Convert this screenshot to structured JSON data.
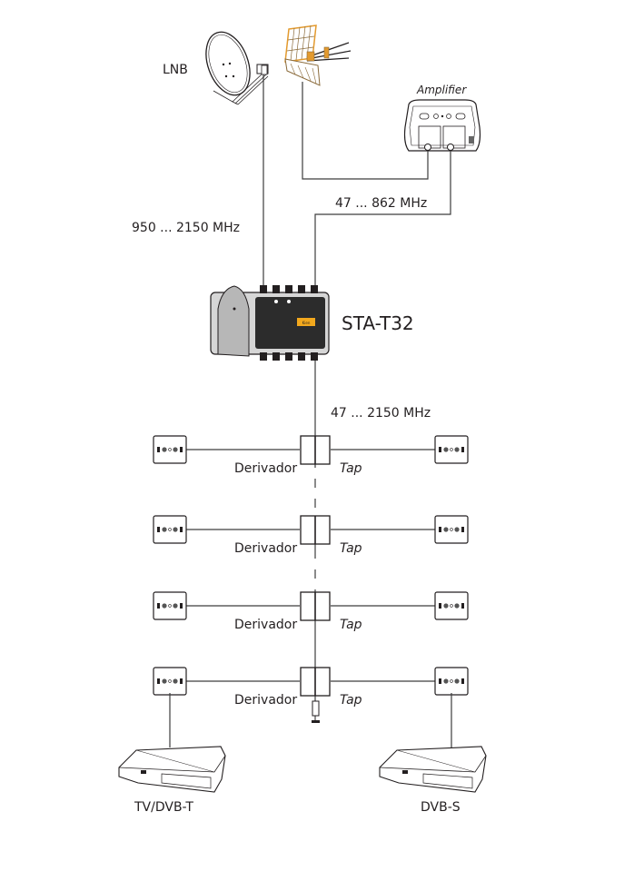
{
  "title": "STA-T32 distribution installation diagram",
  "labels": {
    "lnb": "LNB",
    "amplifier": "Amplifier",
    "sat_band": "950 ... 2150 MHz",
    "terr_band": "47 ... 862 MHz",
    "device_model": "STA-T32",
    "out_band": "47 ... 2150 MHz",
    "derivador": "Derivador",
    "tap": "Tap",
    "rx_left": "TV/DVB-T",
    "rx_right": "DVB-S",
    "brand_badge": "Kien"
  },
  "colors": {
    "line": "#3d3d3d",
    "ink": "#231f20",
    "antenna_accent": "#e39a2e",
    "housing_grey": "#b7b7b7",
    "panel_dark": "#2c2c2c",
    "badge_orange": "#f2a81d"
  },
  "taps": [
    {
      "id": 1,
      "derivador": "Derivador",
      "tap": "Tap"
    },
    {
      "id": 2,
      "derivador": "Derivador",
      "tap": "Tap"
    },
    {
      "id": 3,
      "derivador": "Derivador",
      "tap": "Tap"
    },
    {
      "id": 4,
      "derivador": "Derivador",
      "tap": "Tap"
    }
  ]
}
